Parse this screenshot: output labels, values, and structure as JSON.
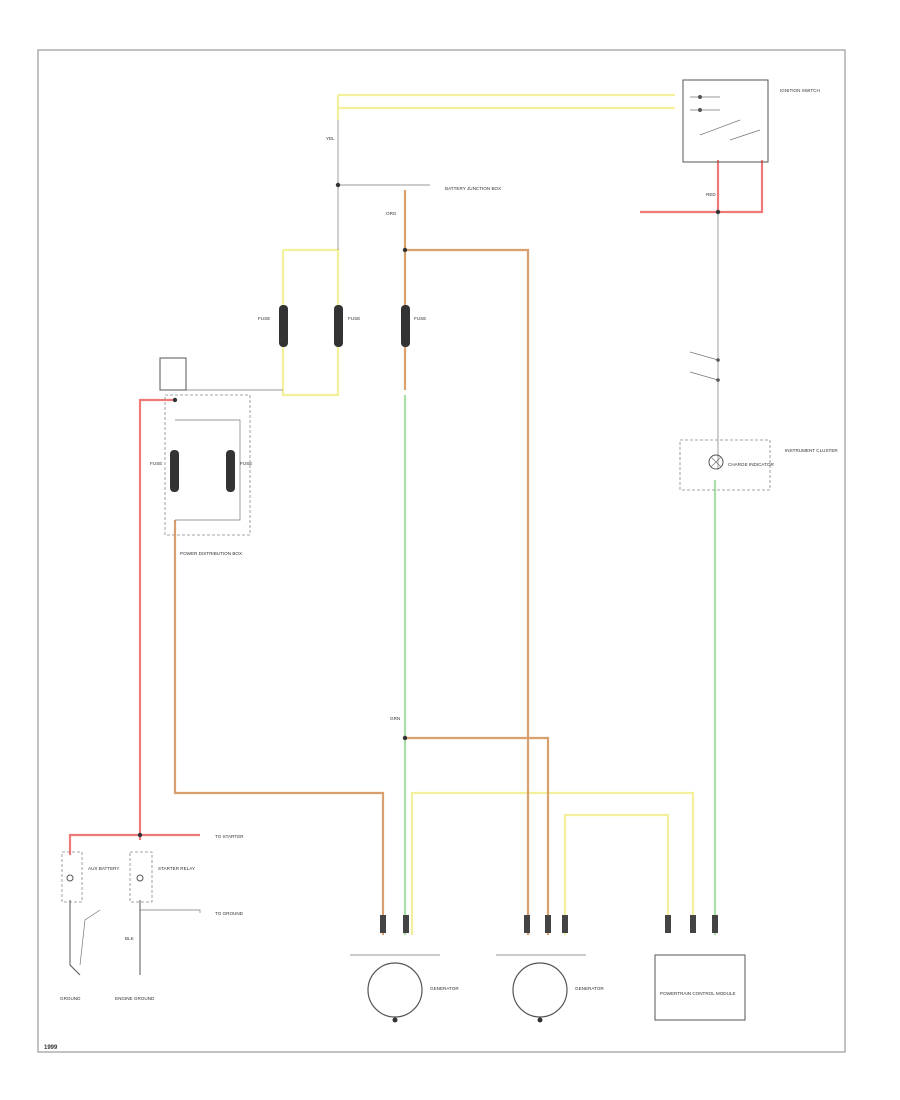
{
  "diagram": {
    "colors": {
      "yellow": "#f2f09a",
      "red": "#f07a7a",
      "orange": "#d9a06e",
      "green": "#a8e0a8",
      "grey": "#7a7a7a",
      "black": "#3a3a3a"
    },
    "labels": {
      "ignition_switch": "IGNITION SWITCH",
      "battery_junction": "BATTERY JUNCTION BOX",
      "power_dist_box": "POWER DISTRIBUTION BOX",
      "fuse_1": "FUSE",
      "fuse_2": "FUSE",
      "fuse_3": "FUSE",
      "fuse_4": "FUSE",
      "fuse_5": "FUSE",
      "instrument_cluster": "INSTRUMENT CLUSTER",
      "charge_indicator": "CHARGE INDICATOR",
      "starter_relay": "STARTER RELAY",
      "generator_left": "GENERATOR",
      "generator_right": "GENERATOR",
      "powertrain_module": "POWERTRAIN CONTROL MODULE",
      "aux_battery": "AUX BATTERY",
      "engine_ground": "ENGINE GROUND",
      "ground_1": "GROUND",
      "ground_2": "GROUND",
      "to_starter": "TO STARTER",
      "to_ground": "TO GROUND",
      "wire_red": "RED",
      "wire_yel": "YEL",
      "wire_org": "ORG",
      "wire_grn": "GRN",
      "wire_blk": "BLK"
    },
    "ref_code": "1999"
  }
}
